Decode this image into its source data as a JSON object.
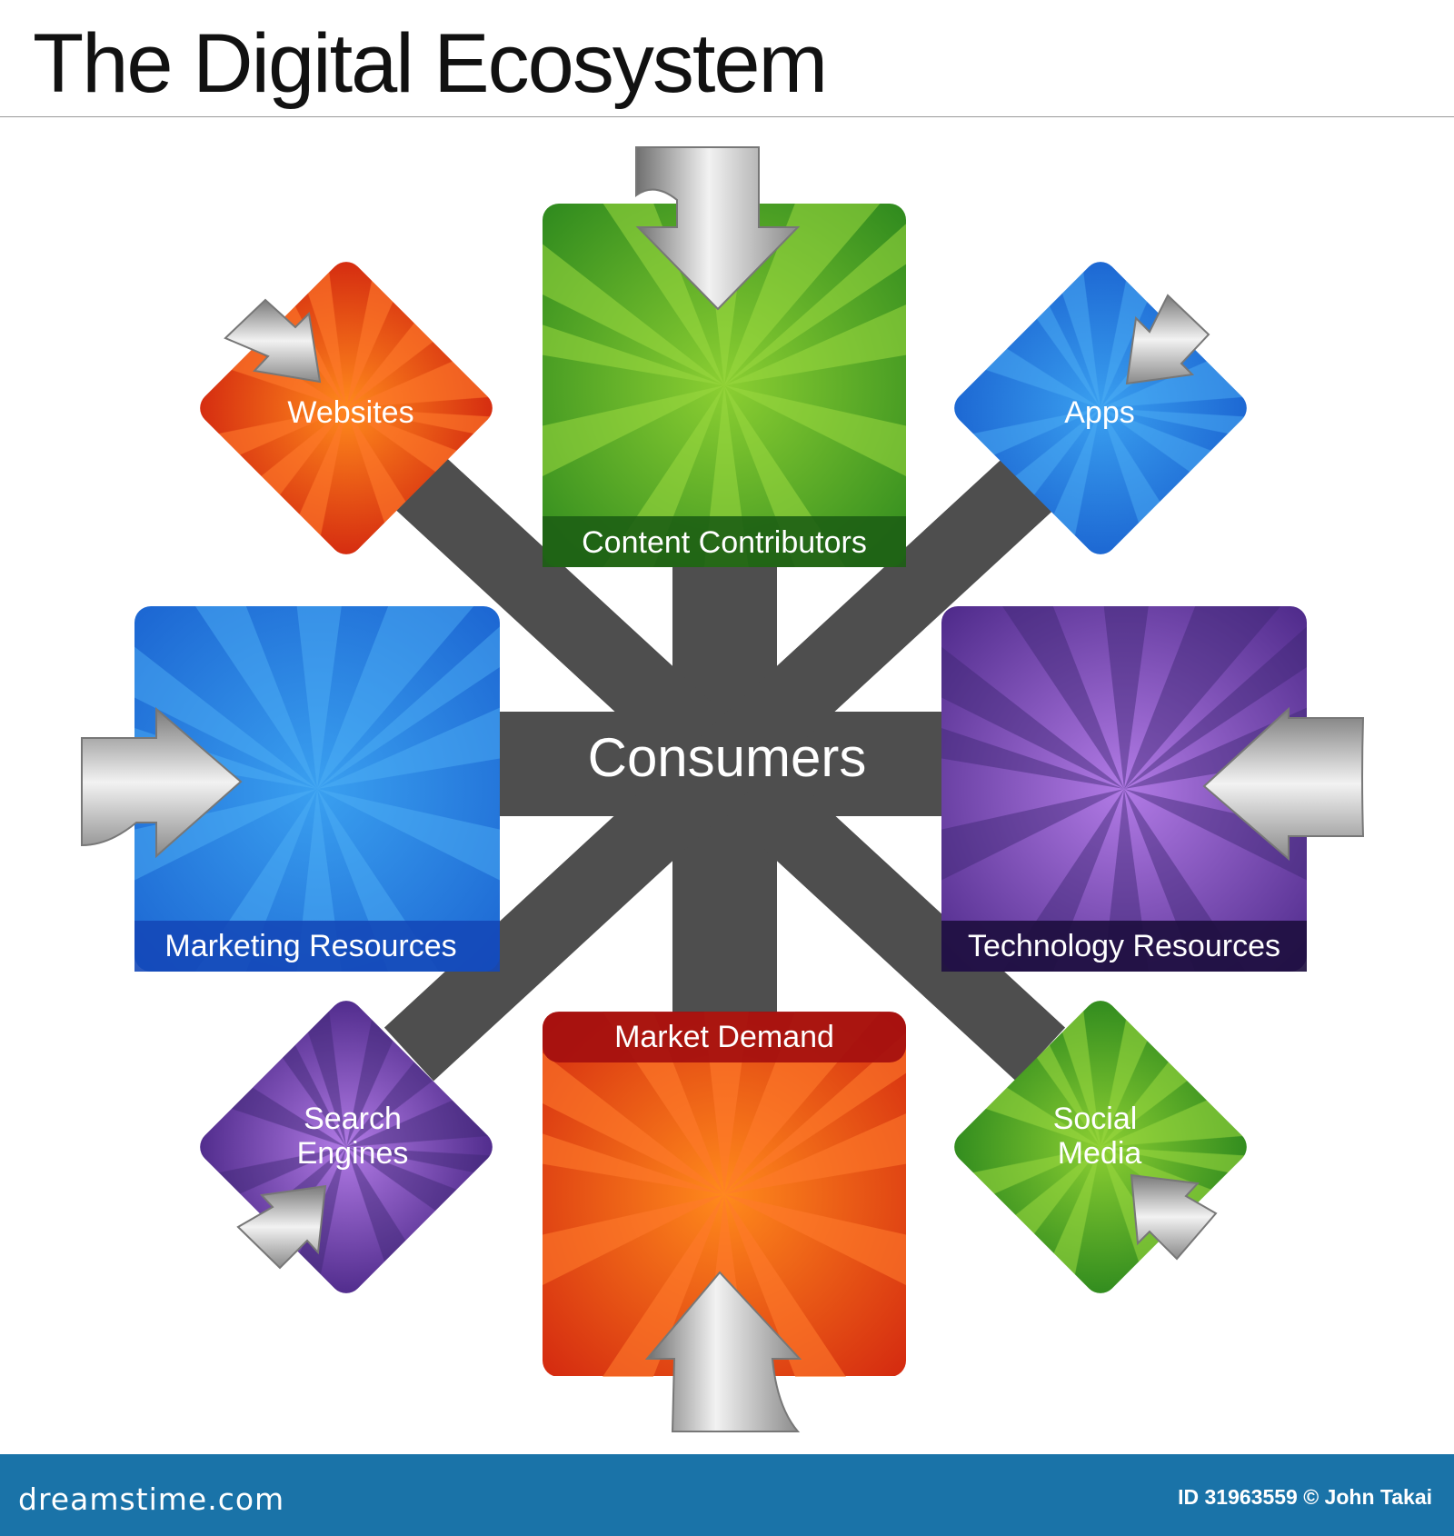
{
  "title": "The Digital Ecosystem",
  "center": {
    "label": "Consumers"
  },
  "nodes": {
    "content_contributors": {
      "label": "Content Contributors",
      "color": "#4a9a1c"
    },
    "websites": {
      "label": "Websites",
      "color": "#e3481c"
    },
    "apps": {
      "label": "Apps",
      "color": "#2a86e0"
    },
    "marketing_resources": {
      "label": "Marketing Resources",
      "color": "#1f6fd6"
    },
    "technology_resources": {
      "label": "Technology Resources",
      "color": "#6a3fa8"
    },
    "search_engines": {
      "label": "Search Engines",
      "line1": "Search",
      "line2": "Engines",
      "color": "#7d4bbf"
    },
    "market_demand": {
      "label": "Market Demand",
      "color": "#e3481c"
    },
    "social_media": {
      "label": "Social Media",
      "line1": "Social",
      "line2": "Media",
      "color": "#4a9a1c"
    }
  },
  "connector_color": "#4e4e4e",
  "footer": {
    "brand": "dreamstime.com",
    "credit": "ID 31963559 © John Takai",
    "color": "#1a73a8"
  }
}
